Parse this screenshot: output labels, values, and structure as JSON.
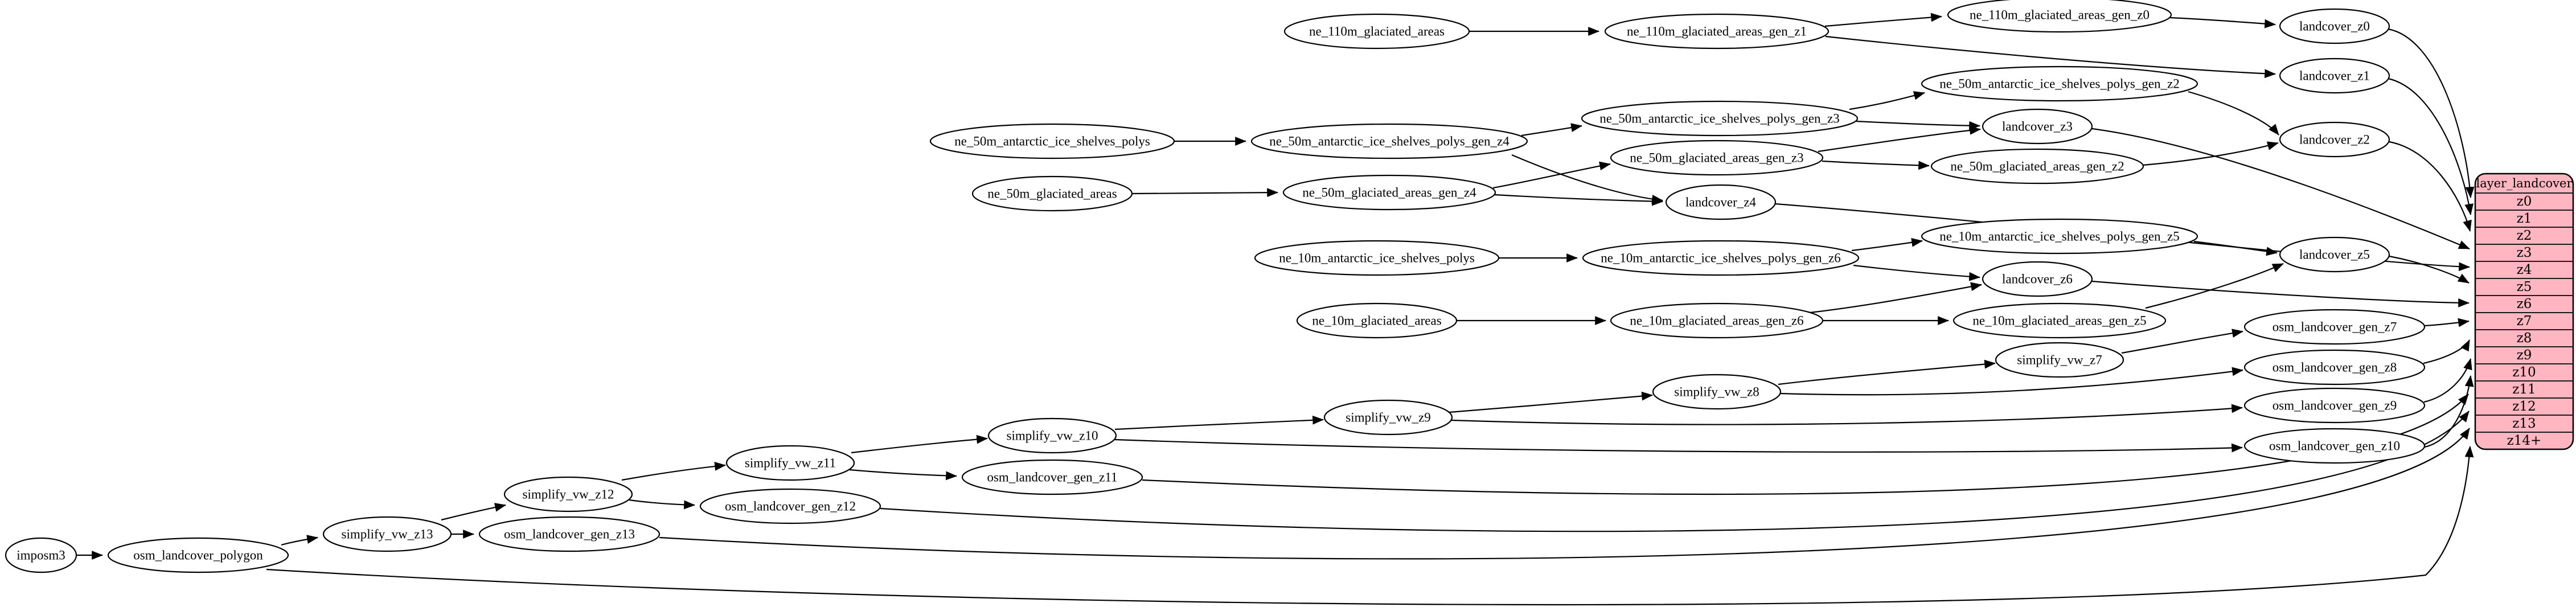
{
  "graph": {
    "background": "#ffffff",
    "node_fill": "#ffffff",
    "node_stroke": "#000000",
    "edge_color": "#000000",
    "nodes": [
      {
        "id": "imposm3",
        "label": "imposm3"
      },
      {
        "id": "osm_landcover_polygon",
        "label": "osm_landcover_polygon"
      },
      {
        "id": "simplify_vw_z13",
        "label": "simplify_vw_z13"
      },
      {
        "id": "osm_landcover_gen_z13",
        "label": "osm_landcover_gen_z13"
      },
      {
        "id": "simplify_vw_z12",
        "label": "simplify_vw_z12"
      },
      {
        "id": "osm_landcover_gen_z12",
        "label": "osm_landcover_gen_z12"
      },
      {
        "id": "simplify_vw_z11",
        "label": "simplify_vw_z11"
      },
      {
        "id": "osm_landcover_gen_z11",
        "label": "osm_landcover_gen_z11"
      },
      {
        "id": "simplify_vw_z10",
        "label": "simplify_vw_z10"
      },
      {
        "id": "simplify_vw_z9",
        "label": "simplify_vw_z9"
      },
      {
        "id": "simplify_vw_z8",
        "label": "simplify_vw_z8"
      },
      {
        "id": "simplify_vw_z7",
        "label": "simplify_vw_z7"
      },
      {
        "id": "osm_landcover_gen_z7",
        "label": "osm_landcover_gen_z7"
      },
      {
        "id": "osm_landcover_gen_z8",
        "label": "osm_landcover_gen_z8"
      },
      {
        "id": "osm_landcover_gen_z9",
        "label": "osm_landcover_gen_z9"
      },
      {
        "id": "osm_landcover_gen_z10",
        "label": "osm_landcover_gen_z10"
      },
      {
        "id": "ne_110m_glaciated_areas",
        "label": "ne_110m_glaciated_areas"
      },
      {
        "id": "ne_110m_glaciated_areas_gen_z1",
        "label": "ne_110m_glaciated_areas_gen_z1"
      },
      {
        "id": "ne_110m_glaciated_areas_gen_z0",
        "label": "ne_110m_glaciated_areas_gen_z0"
      },
      {
        "id": "landcover_z0",
        "label": "landcover_z0"
      },
      {
        "id": "landcover_z1",
        "label": "landcover_z1"
      },
      {
        "id": "ne_50m_antarctic_ice_shelves_polys",
        "label": "ne_50m_antarctic_ice_shelves_polys"
      },
      {
        "id": "ne_50m_antarctic_ice_shelves_polys_gen_z4",
        "label": "ne_50m_antarctic_ice_shelves_polys_gen_z4"
      },
      {
        "id": "ne_50m_antarctic_ice_shelves_polys_gen_z3",
        "label": "ne_50m_antarctic_ice_shelves_polys_gen_z3"
      },
      {
        "id": "ne_50m_antarctic_ice_shelves_polys_gen_z2",
        "label": "ne_50m_antarctic_ice_shelves_polys_gen_z2"
      },
      {
        "id": "landcover_z2",
        "label": "landcover_z2"
      },
      {
        "id": "landcover_z3",
        "label": "landcover_z3"
      },
      {
        "id": "ne_50m_glaciated_areas",
        "label": "ne_50m_glaciated_areas"
      },
      {
        "id": "ne_50m_glaciated_areas_gen_z4",
        "label": "ne_50m_glaciated_areas_gen_z4"
      },
      {
        "id": "ne_50m_glaciated_areas_gen_z3",
        "label": "ne_50m_glaciated_areas_gen_z3"
      },
      {
        "id": "ne_50m_glaciated_areas_gen_z2",
        "label": "ne_50m_glaciated_areas_gen_z2"
      },
      {
        "id": "landcover_z4",
        "label": "landcover_z4"
      },
      {
        "id": "ne_10m_antarctic_ice_shelves_polys",
        "label": "ne_10m_antarctic_ice_shelves_polys"
      },
      {
        "id": "ne_10m_antarctic_ice_shelves_polys_gen_z6",
        "label": "ne_10m_antarctic_ice_shelves_polys_gen_z6"
      },
      {
        "id": "ne_10m_antarctic_ice_shelves_polys_gen_z5",
        "label": "ne_10m_antarctic_ice_shelves_polys_gen_z5"
      },
      {
        "id": "landcover_z5",
        "label": "landcover_z5"
      },
      {
        "id": "landcover_z6",
        "label": "landcover_z6"
      },
      {
        "id": "ne_10m_glaciated_areas",
        "label": "ne_10m_glaciated_areas"
      },
      {
        "id": "ne_10m_glaciated_areas_gen_z6",
        "label": "ne_10m_glaciated_areas_gen_z6"
      },
      {
        "id": "ne_10m_glaciated_areas_gen_z5",
        "label": "ne_10m_glaciated_areas_gen_z5"
      }
    ],
    "edges": [
      {
        "from": "imposm3",
        "to": "osm_landcover_polygon"
      },
      {
        "from": "osm_landcover_polygon",
        "to": "simplify_vw_z13"
      },
      {
        "from": "osm_landcover_polygon",
        "to": "layer_landcover.z14+"
      },
      {
        "from": "simplify_vw_z13",
        "to": "simplify_vw_z12"
      },
      {
        "from": "simplify_vw_z13",
        "to": "osm_landcover_gen_z13"
      },
      {
        "from": "osm_landcover_gen_z13",
        "to": "layer_landcover.z13"
      },
      {
        "from": "simplify_vw_z12",
        "to": "simplify_vw_z11"
      },
      {
        "from": "simplify_vw_z12",
        "to": "osm_landcover_gen_z12"
      },
      {
        "from": "osm_landcover_gen_z12",
        "to": "layer_landcover.z12"
      },
      {
        "from": "simplify_vw_z11",
        "to": "simplify_vw_z10"
      },
      {
        "from": "simplify_vw_z11",
        "to": "osm_landcover_gen_z11"
      },
      {
        "from": "osm_landcover_gen_z11",
        "to": "layer_landcover.z11"
      },
      {
        "from": "simplify_vw_z10",
        "to": "simplify_vw_z9"
      },
      {
        "from": "simplify_vw_z10",
        "to": "osm_landcover_gen_z10"
      },
      {
        "from": "osm_landcover_gen_z10",
        "to": "layer_landcover.z10"
      },
      {
        "from": "simplify_vw_z9",
        "to": "simplify_vw_z8"
      },
      {
        "from": "simplify_vw_z9",
        "to": "osm_landcover_gen_z9"
      },
      {
        "from": "osm_landcover_gen_z9",
        "to": "layer_landcover.z9"
      },
      {
        "from": "simplify_vw_z8",
        "to": "simplify_vw_z7"
      },
      {
        "from": "simplify_vw_z8",
        "to": "osm_landcover_gen_z8"
      },
      {
        "from": "osm_landcover_gen_z8",
        "to": "layer_landcover.z8"
      },
      {
        "from": "simplify_vw_z7",
        "to": "osm_landcover_gen_z7"
      },
      {
        "from": "osm_landcover_gen_z7",
        "to": "layer_landcover.z7"
      },
      {
        "from": "ne_110m_glaciated_areas",
        "to": "ne_110m_glaciated_areas_gen_z1"
      },
      {
        "from": "ne_110m_glaciated_areas_gen_z1",
        "to": "ne_110m_glaciated_areas_gen_z0"
      },
      {
        "from": "ne_110m_glaciated_areas_gen_z1",
        "to": "landcover_z1"
      },
      {
        "from": "ne_110m_glaciated_areas_gen_z0",
        "to": "landcover_z0"
      },
      {
        "from": "landcover_z0",
        "to": "layer_landcover.z0"
      },
      {
        "from": "landcover_z1",
        "to": "layer_landcover.z1"
      },
      {
        "from": "ne_50m_antarctic_ice_shelves_polys",
        "to": "ne_50m_antarctic_ice_shelves_polys_gen_z4"
      },
      {
        "from": "ne_50m_antarctic_ice_shelves_polys_gen_z4",
        "to": "ne_50m_antarctic_ice_shelves_polys_gen_z3"
      },
      {
        "from": "ne_50m_antarctic_ice_shelves_polys_gen_z4",
        "to": "landcover_z4"
      },
      {
        "from": "ne_50m_antarctic_ice_shelves_polys_gen_z3",
        "to": "ne_50m_antarctic_ice_shelves_polys_gen_z2"
      },
      {
        "from": "ne_50m_antarctic_ice_shelves_polys_gen_z3",
        "to": "landcover_z3"
      },
      {
        "from": "ne_50m_antarctic_ice_shelves_polys_gen_z2",
        "to": "landcover_z2"
      },
      {
        "from": "ne_50m_glaciated_areas",
        "to": "ne_50m_glaciated_areas_gen_z4"
      },
      {
        "from": "ne_50m_glaciated_areas_gen_z4",
        "to": "ne_50m_glaciated_areas_gen_z3"
      },
      {
        "from": "ne_50m_glaciated_areas_gen_z4",
        "to": "landcover_z4"
      },
      {
        "from": "ne_50m_glaciated_areas_gen_z3",
        "to": "landcover_z3"
      },
      {
        "from": "ne_50m_glaciated_areas_gen_z3",
        "to": "ne_50m_glaciated_areas_gen_z2"
      },
      {
        "from": "ne_50m_glaciated_areas_gen_z2",
        "to": "landcover_z2"
      },
      {
        "from": "landcover_z2",
        "to": "layer_landcover.z2"
      },
      {
        "from": "landcover_z3",
        "to": "layer_landcover.z3"
      },
      {
        "from": "landcover_z4",
        "to": "layer_landcover.z4"
      },
      {
        "from": "ne_10m_antarctic_ice_shelves_polys",
        "to": "ne_10m_antarctic_ice_shelves_polys_gen_z6"
      },
      {
        "from": "ne_10m_antarctic_ice_shelves_polys_gen_z6",
        "to": "ne_10m_antarctic_ice_shelves_polys_gen_z5"
      },
      {
        "from": "ne_10m_antarctic_ice_shelves_polys_gen_z6",
        "to": "landcover_z6"
      },
      {
        "from": "ne_10m_antarctic_ice_shelves_polys_gen_z5",
        "to": "landcover_z5"
      },
      {
        "from": "ne_10m_glaciated_areas",
        "to": "ne_10m_glaciated_areas_gen_z6"
      },
      {
        "from": "ne_10m_glaciated_areas_gen_z6",
        "to": "landcover_z6"
      },
      {
        "from": "ne_10m_glaciated_areas_gen_z6",
        "to": "ne_10m_glaciated_areas_gen_z5"
      },
      {
        "from": "ne_10m_glaciated_areas_gen_z5",
        "to": "landcover_z5"
      },
      {
        "from": "landcover_z5",
        "to": "layer_landcover.z5"
      },
      {
        "from": "landcover_z6",
        "to": "layer_landcover.z6"
      }
    ],
    "table": {
      "title": "layer_landcover",
      "fill": "#ffb6c1",
      "stroke": "#000000",
      "rows": [
        "z0",
        "z1",
        "z2",
        "z3",
        "z4",
        "z5",
        "z6",
        "z7",
        "z8",
        "z9",
        "z10",
        "z11",
        "z12",
        "z13",
        "z14+"
      ]
    }
  }
}
